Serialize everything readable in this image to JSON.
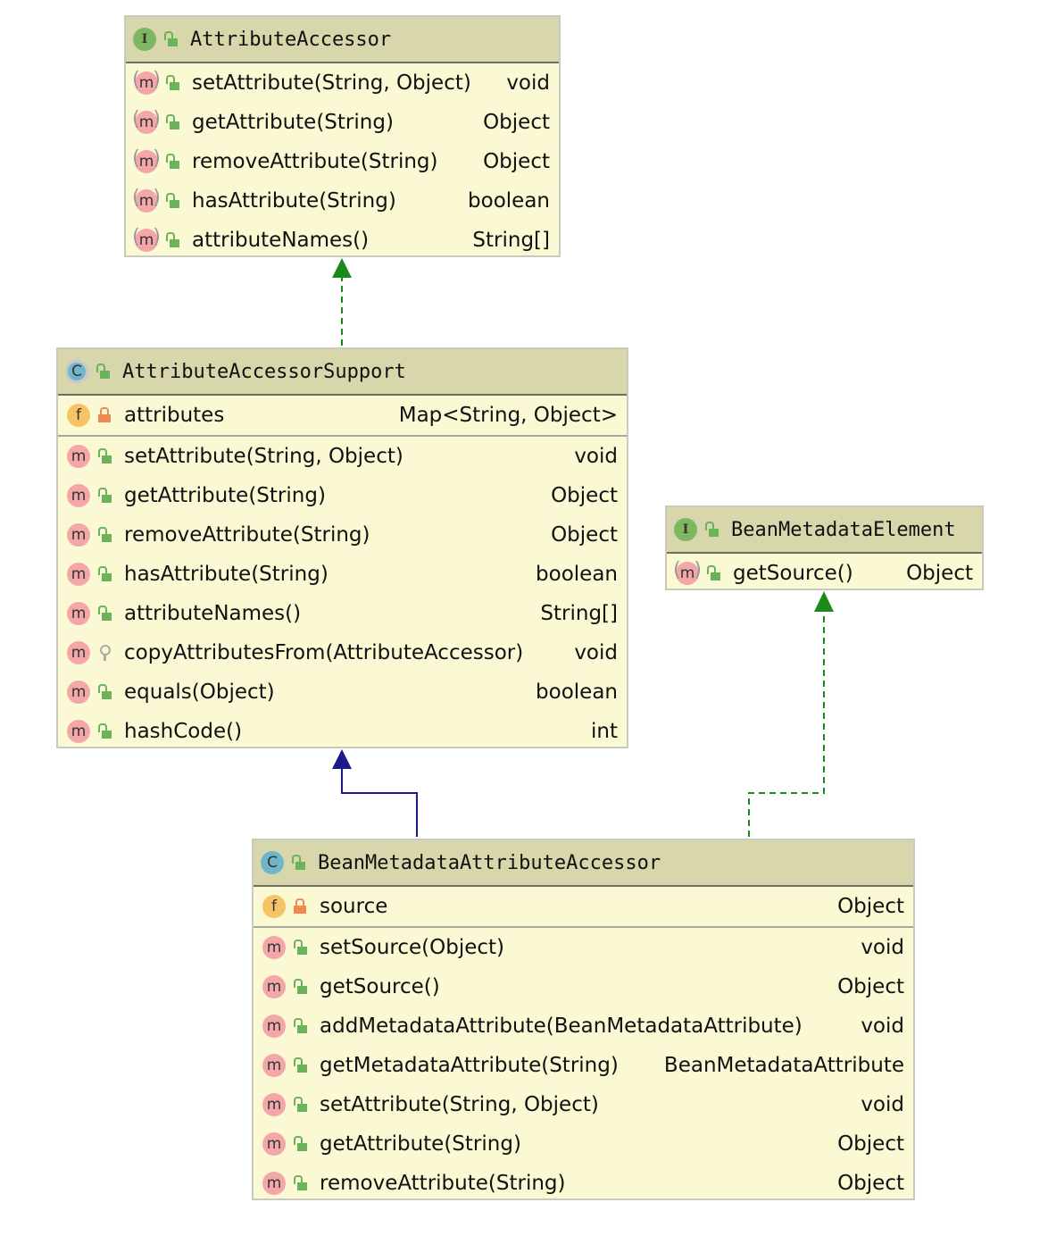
{
  "classes": [
    {
      "id": "attribute-accessor",
      "kind": "interface",
      "kind_letter": "I",
      "name": "AttributeAccessor",
      "fields": [],
      "methods": [
        {
          "name": "setAttribute(String, Object)",
          "type": "void",
          "visibility": "public",
          "abstract": true
        },
        {
          "name": "getAttribute(String)",
          "type": "Object",
          "visibility": "public",
          "abstract": true
        },
        {
          "name": "removeAttribute(String)",
          "type": "Object",
          "visibility": "public",
          "abstract": true
        },
        {
          "name": "hasAttribute(String)",
          "type": "boolean",
          "visibility": "public",
          "abstract": true
        },
        {
          "name": "attributeNames()",
          "type": "String[]",
          "visibility": "public",
          "abstract": true
        }
      ]
    },
    {
      "id": "attribute-accessor-support",
      "kind": "abstract-class",
      "kind_letter": "C",
      "name": "AttributeAccessorSupport",
      "fields": [
        {
          "name": "attributes",
          "type": "Map<String, Object>",
          "visibility": "private"
        }
      ],
      "methods": [
        {
          "name": "setAttribute(String, Object)",
          "type": "void",
          "visibility": "public"
        },
        {
          "name": "getAttribute(String)",
          "type": "Object",
          "visibility": "public"
        },
        {
          "name": "removeAttribute(String)",
          "type": "Object",
          "visibility": "public"
        },
        {
          "name": "hasAttribute(String)",
          "type": "boolean",
          "visibility": "public"
        },
        {
          "name": "attributeNames()",
          "type": "String[]",
          "visibility": "public"
        },
        {
          "name": "copyAttributesFrom(AttributeAccessor)",
          "type": "void",
          "visibility": "protected"
        },
        {
          "name": "equals(Object)",
          "type": "boolean",
          "visibility": "public"
        },
        {
          "name": "hashCode()",
          "type": "int",
          "visibility": "public"
        }
      ]
    },
    {
      "id": "bean-metadata-element",
      "kind": "interface",
      "kind_letter": "I",
      "name": "BeanMetadataElement",
      "fields": [],
      "methods": [
        {
          "name": "getSource()",
          "type": "Object",
          "visibility": "public",
          "abstract": true
        }
      ]
    },
    {
      "id": "bean-metadata-attribute-accessor",
      "kind": "class",
      "kind_letter": "C",
      "name": "BeanMetadataAttributeAccessor",
      "fields": [
        {
          "name": "source",
          "type": "Object",
          "visibility": "private"
        }
      ],
      "methods": [
        {
          "name": "setSource(Object)",
          "type": "void",
          "visibility": "public"
        },
        {
          "name": "getSource()",
          "type": "Object",
          "visibility": "public"
        },
        {
          "name": "addMetadataAttribute(BeanMetadataAttribute)",
          "type": "void",
          "visibility": "public"
        },
        {
          "name": "getMetadataAttribute(String)",
          "type": "BeanMetadataAttribute",
          "visibility": "public"
        },
        {
          "name": "setAttribute(String, Object)",
          "type": "void",
          "visibility": "public"
        },
        {
          "name": "getAttribute(String)",
          "type": "Object",
          "visibility": "public"
        },
        {
          "name": "removeAttribute(String)",
          "type": "Object",
          "visibility": "public"
        }
      ]
    }
  ],
  "relations": [
    {
      "from": "AttributeAccessorSupport",
      "to": "AttributeAccessor",
      "type": "implements",
      "color": "#1a8a1a"
    },
    {
      "from": "BeanMetadataAttributeAccessor",
      "to": "AttributeAccessorSupport",
      "type": "extends",
      "color": "#1a1a8a"
    },
    {
      "from": "BeanMetadataAttributeAccessor",
      "to": "BeanMetadataElement",
      "type": "implements",
      "color": "#1a8a1a"
    }
  ]
}
